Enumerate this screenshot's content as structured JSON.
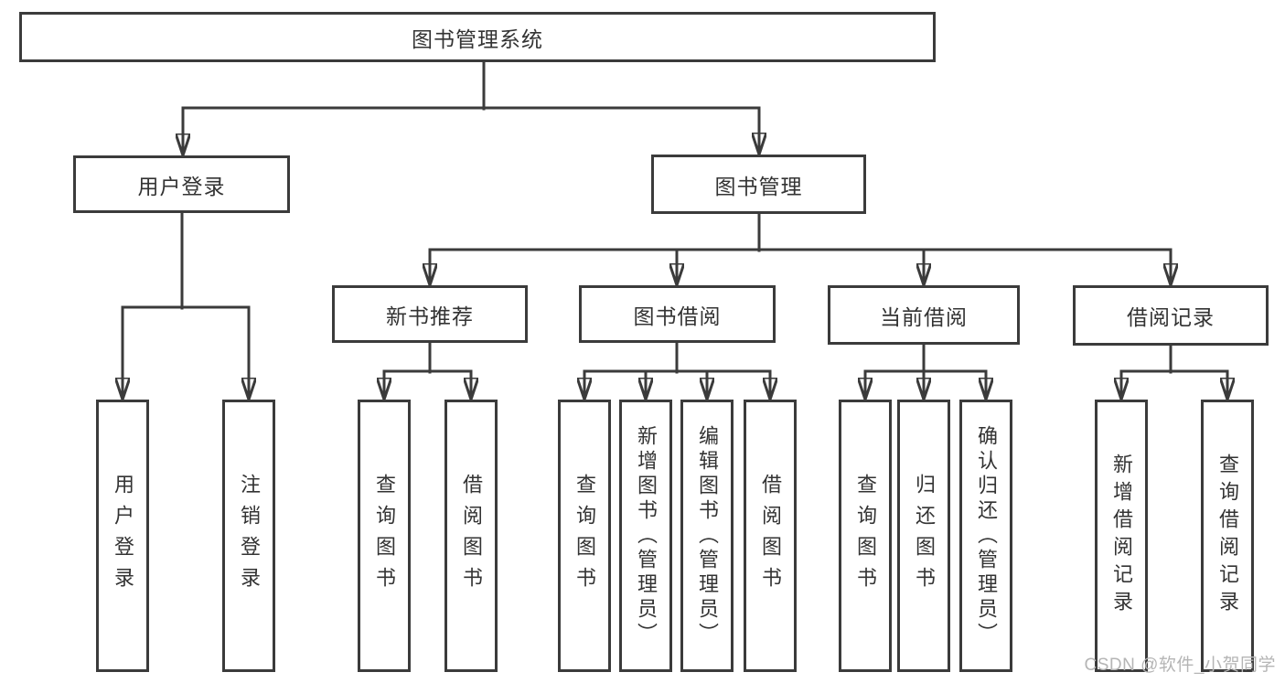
{
  "diagram": {
    "root": {
      "label": "图书管理系统"
    },
    "level2": [
      {
        "label": "用户登录",
        "children": [
          {
            "label": "用户登录"
          },
          {
            "label": "注销登录"
          }
        ]
      },
      {
        "label": "图书管理"
      }
    ],
    "level3": [
      {
        "label": "新书推荐",
        "children": [
          {
            "label": "查询图书"
          },
          {
            "label": "借阅图书"
          }
        ]
      },
      {
        "label": "图书借阅",
        "children": [
          {
            "label": "查询图书"
          },
          {
            "label": "新增图书（管理员）"
          },
          {
            "label": "编辑图书（管理员）"
          },
          {
            "label": "借阅图书"
          }
        ]
      },
      {
        "label": "当前借阅",
        "children": [
          {
            "label": "查询图书"
          },
          {
            "label": "归还图书"
          },
          {
            "label": "确认归还（管理员）"
          }
        ]
      },
      {
        "label": "借阅记录",
        "children": [
          {
            "label": "新增借阅记录"
          },
          {
            "label": "查询借阅记录"
          }
        ]
      }
    ]
  },
  "watermark": {
    "text": "CSDN @软件_小贺同学"
  },
  "colors": {
    "line": "#3b3b3b",
    "box_border": "#3b3b3b",
    "box_fill": "#ffffff",
    "text": "#333333",
    "watermark": "#b5b5b5",
    "background": "#ffffff"
  }
}
